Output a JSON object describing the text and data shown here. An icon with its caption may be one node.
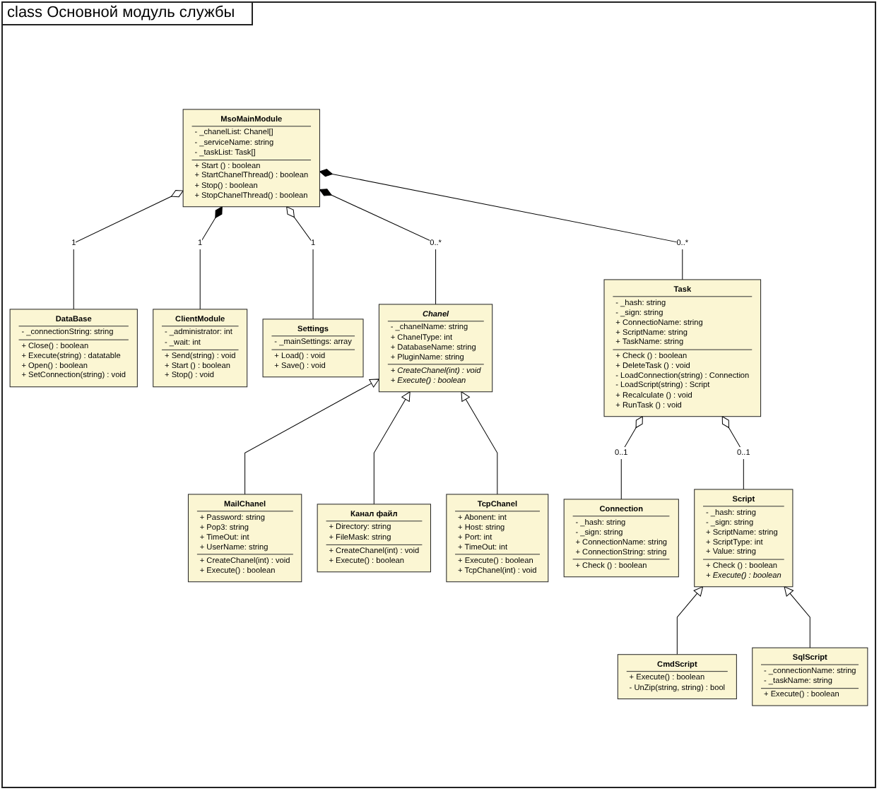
{
  "diagram": {
    "title": "class Основной модуль службы",
    "nodes": [
      {
        "text": [
          "DataBase",
          "- _connectionString: string",
          "+ Close() : boolean",
          "+ Execute(string) : datatable",
          "+ Open() : boolean",
          "+ SetConnection(string) : void"
        ]
      },
      {
        "text": [
          "ClientModule",
          "- _administrator: int",
          "- _wait: int",
          "+ Send(string) : void",
          "+ Start () : boolean",
          "+ Stop() : void"
        ]
      },
      {
        "text": [
          "Settings",
          "- _mainSettings: array",
          "+ Load() : void",
          "+ Save() : void"
        ]
      },
      {
        "text": [
          "MsoMainModule",
          "- _chanelList: Chanel[]",
          "- _serviceName: string",
          "- _taskList: Task[]",
          "+ Start () : boolean",
          "+ StartChanelThread() : boolean",
          "+ Stop() : boolean",
          "+ StopChanelThread() : boolean"
        ]
      },
      {
        "text": [
          "Chanel",
          "- _chanelName: string",
          "+ ChanelType: int",
          "+ DatabaseName: string",
          "+ PluginName: string",
          "+ CreateChanel(int) : void",
          "+ Execute() : boolean"
        ]
      },
      {
        "text": [
          "Task",
          "- _hash: string",
          "- _sign: string",
          "+ ConnectioName: string",
          "+ ScriptName: string",
          "+ TaskName: string",
          "+ Check () : boolean",
          "+ DeleteTask () : void",
          "- LoadConnection(string) : Connection",
          "- LoadScript(string) : Script",
          "+ Recalculate () : void",
          "+ RunTask () : void"
        ]
      },
      {
        "text": [
          "MailChanel",
          "+ Password: string",
          "+ Pop3: string",
          "+ TimeOut: int",
          "+ UserName: string",
          "+ CreateChanel(int) : void",
          "+ Execute() : boolean"
        ]
      },
      {
        "text": [
          "TcpChanel",
          "+ Abonent: int",
          "+ Host: string",
          "+ Port: int",
          "+ TimeOut: int",
          "+ Execute() : boolean",
          "+ TcpChanel(int) : void"
        ]
      },
      {
        "text": [
          "Script",
          "- _hash: string",
          "- _sign: string",
          "+ ScriptName: string",
          "+ ScriptType: int",
          "+ Value: string",
          "+ Check () : boolean",
          "+ Execute() : boolean"
        ]
      },
      {
        "text": [
          "Канал файл",
          "+ Directory: string",
          "+ FileMask: string",
          "+ CreateChanel(int) : void",
          "+ Execute() : boolean"
        ]
      },
      {
        "text": [
          "Connection",
          "- _hash: string",
          "- _sign: string",
          "+ ConnectionName: string",
          "+ ConnectionString: string",
          "+ Check () : boolean"
        ]
      },
      {
        "text": [
          "CmdScript",
          "+ Execute() : boolean",
          "- UnZip(string, string) : bool"
        ]
      },
      {
        "text": [
          "SqlScript",
          "- _connectionName: string",
          "- _taskName: string",
          "+ Execute() : boolean"
        ]
      }
    ],
    "edges": [
      {
        "from": 0,
        "to": 3,
        "arrow": "other",
        "label": "1"
      },
      {
        "from": 1,
        "to": 3,
        "arrow": "other",
        "label": "1"
      },
      {
        "from": 2,
        "to": 3,
        "arrow": "other",
        "label": "1"
      },
      {
        "from": 4,
        "to": 3,
        "arrow": "other",
        "label": "0..*"
      },
      {
        "from": 5,
        "to": 3,
        "arrow": "other",
        "label": "0..*"
      },
      {
        "from": 6,
        "to": 4,
        "arrow": "to"
      },
      {
        "from": 9,
        "to": 4,
        "arrow": "to"
      },
      {
        "from": 7,
        "to": 4,
        "arrow": "to"
      },
      {
        "from": 10,
        "to": 5,
        "arrow": "other",
        "label": "0..1"
      },
      {
        "from": 8,
        "to": 5,
        "arrow": "other",
        "label": "0..1"
      },
      {
        "from": 11,
        "to": 8,
        "arrow": "to"
      },
      {
        "from": 12,
        "to": 8,
        "arrow": "to"
      }
    ]
  }
}
